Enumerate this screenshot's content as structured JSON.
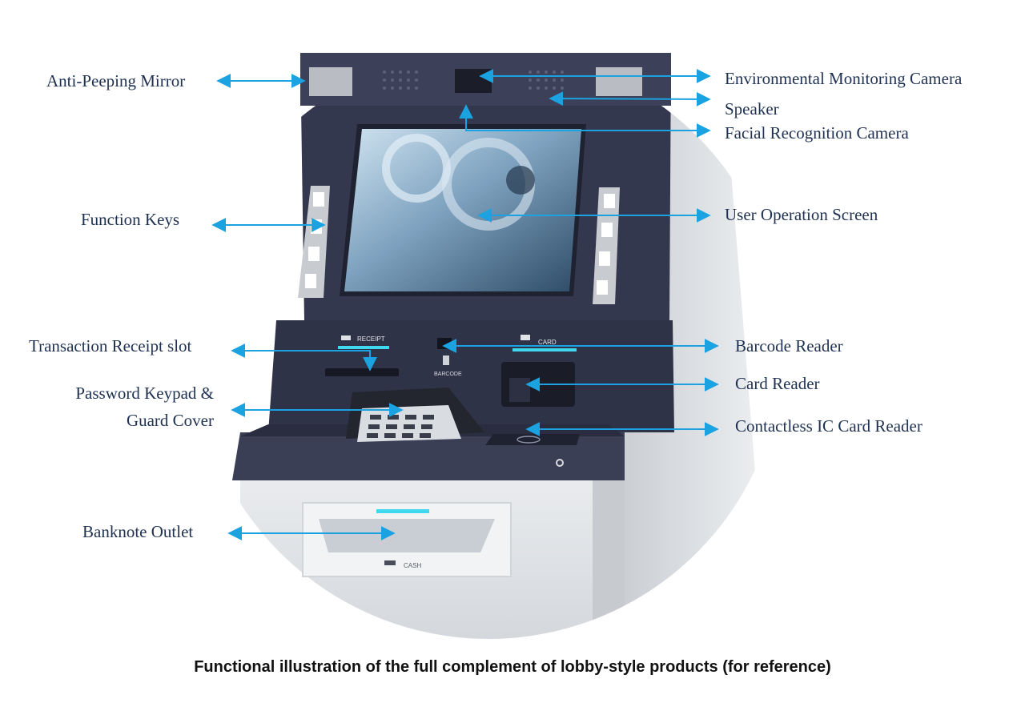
{
  "panel_text": {
    "receipt": "RECEIPT",
    "card": "CARD",
    "barcode": "BARCODE",
    "cash": "CASH"
  },
  "labels": {
    "anti_peeping_mirror": "Anti-Peeping Mirror",
    "environmental_monitoring_camera": "Environmental Monitoring Camera",
    "speaker": "Speaker",
    "facial_recognition_camera": "Facial Recognition Camera",
    "function_keys": "Function Keys",
    "user_operation_screen": "User Operation Screen",
    "transaction_receipt_slot": "Transaction Receipt slot",
    "barcode_reader": "Barcode Reader",
    "card_reader": "Card Reader",
    "password_keypad_line1": "Password Keypad &",
    "password_keypad_line2": "Guard Cover",
    "contactless_ic_card_reader": "Contactless IC Card Reader",
    "banknote_outlet": "Banknote Outlet"
  },
  "caption": "Functional illustration of the full complement of lobby-style products (for reference)",
  "colors": {
    "arrow": "#1aa3e0",
    "panel": "#34384f",
    "accent": "#3fd8ee",
    "label_text": "#1f3152"
  }
}
